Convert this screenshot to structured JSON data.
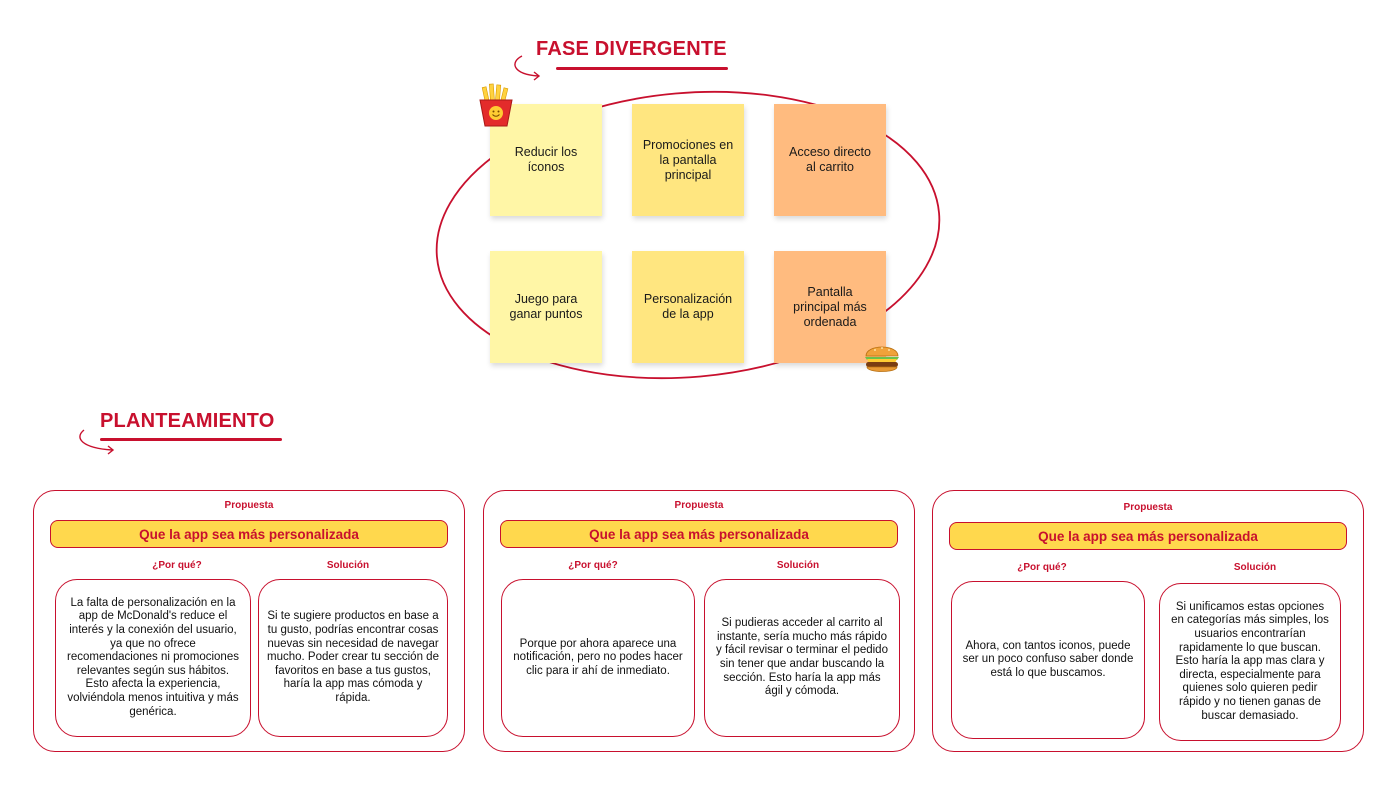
{
  "divergente": {
    "title": "FASE DIVERGENTE",
    "notes": [
      "Reducir los íconos",
      "Promociones en la pantalla principal",
      "Acceso directo al carrito",
      "Juego para ganar puntos",
      "Personalización de la app",
      "Pantalla principal más ordenada"
    ]
  },
  "planteamiento": {
    "title": "PLANTEAMIENTO"
  },
  "icons": {
    "fries": "fries-icon",
    "burger": "burger-icon",
    "arrow": "curved-arrow-icon"
  },
  "colors": {
    "accent": "#c8102e",
    "pill": "#ffd84d",
    "note_light": "#fff6a6",
    "note_yellow": "#ffe680",
    "note_orange": "#ffbb7f"
  },
  "cards": [
    {
      "label": "Propuesta",
      "proposal": "Que la app sea más personalizada",
      "why_label": "¿Por qué?",
      "solution_label": "Solución",
      "why": "La falta de personalización en la app de McDonald's reduce el interés y la conexión del usuario, ya que no ofrece recomendaciones ni promociones relevantes según sus hábitos. Esto afecta la experiencia, volviéndola menos intuitiva y más genérica.",
      "solution": "Si te sugiere productos en base a tu gusto, podrías encontrar cosas nuevas sin necesidad de navegar mucho. Poder crear tu sección de favoritos en base a tus gustos, haría la app mas cómoda y rápida."
    },
    {
      "label": "Propuesta",
      "proposal": "Que la app sea más personalizada",
      "why_label": "¿Por qué?",
      "solution_label": "Solución",
      "why": "Porque por ahora aparece una notificación, pero no podes hacer clic para ir ahí de inmediato.",
      "solution": "Si pudieras acceder al carrito al instante, sería mucho más rápido y fácil revisar o terminar el pedido sin tener que andar buscando la sección. Esto haría la app más ágil y cómoda."
    },
    {
      "label": "Propuesta",
      "proposal": "Que la app sea más personalizada",
      "why_label": "¿Por qué?",
      "solution_label": "Solución",
      "why": "Ahora, con tantos iconos, puede ser un poco confuso saber donde está lo que buscamos.",
      "solution": "Si unificamos estas opciones en categorías más simples, los usuarios encontrarían rapidamente lo que buscan. Esto haría la app mas clara y directa, especialmente para quienes solo quieren pedir rápido y no tienen ganas de buscar demasiado."
    }
  ]
}
